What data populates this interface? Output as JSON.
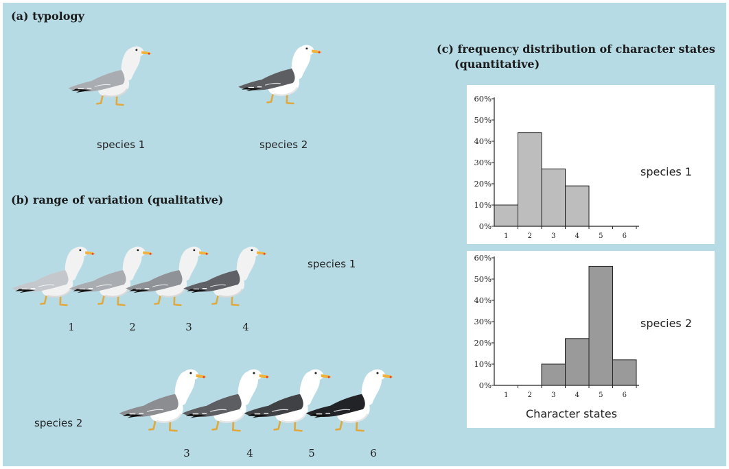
{
  "headings": {
    "a": "(a) typology",
    "b": "(b) range of variation (qualitative)",
    "c_line1": "(c) frequency distribution of character states",
    "c_line2": "(quantitative)"
  },
  "typology": {
    "species1": "species 1",
    "species2": "species 2"
  },
  "variation": {
    "species1_label": "species 1",
    "species2_label": "species 2",
    "species1_states": [
      "1",
      "2",
      "3",
      "4"
    ],
    "species2_states": [
      "3",
      "4",
      "5",
      "6"
    ]
  },
  "colors": {
    "background": "#b7dbe5",
    "bar": "#bdbdbd",
    "bar_dark": "#9a9a9a",
    "leg": "#e0a93f",
    "beak": "#f0b23a",
    "beak_tip": "#e0452a",
    "mantle_shades_species1": [
      "#c4c7cc",
      "#a9acb1",
      "#8f9297",
      "#5f6166"
    ],
    "mantle_shades_species2": [
      "#8b8d91",
      "#5c5e62",
      "#3f4145",
      "#222326"
    ]
  },
  "chart_data": [
    {
      "type": "bar",
      "series_label": "species 1",
      "categories": [
        "1",
        "2",
        "3",
        "4",
        "5",
        "6"
      ],
      "values": [
        10,
        44,
        27,
        19,
        0,
        0
      ],
      "ylim": [
        0,
        60
      ],
      "yticks": [
        "0%",
        "10%",
        "20%",
        "30%",
        "40%",
        "50%",
        "60%"
      ],
      "xlabel": ""
    },
    {
      "type": "bar",
      "series_label": "species 2",
      "categories": [
        "1",
        "2",
        "3",
        "4",
        "5",
        "6"
      ],
      "values": [
        0,
        0,
        10,
        22,
        56,
        12
      ],
      "ylim": [
        0,
        60
      ],
      "yticks": [
        "0%",
        "10%",
        "20%",
        "30%",
        "40%",
        "50%",
        "60%"
      ],
      "xlabel": "Character states"
    }
  ]
}
